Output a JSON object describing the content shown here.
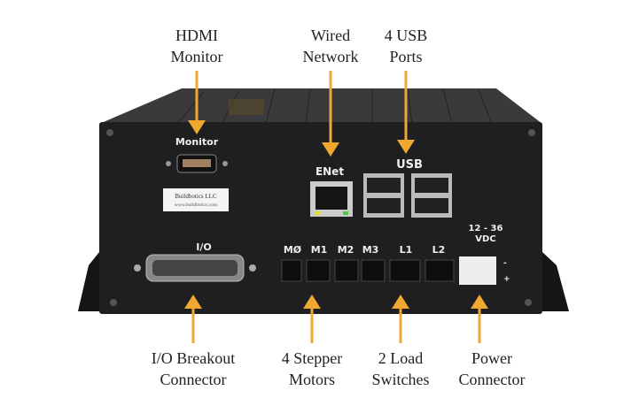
{
  "colors": {
    "arrow": "#f0a830",
    "body": "#2a2a2c",
    "face": "#1f1f21"
  },
  "callouts": {
    "hdmi": [
      "HDMI",
      "Monitor"
    ],
    "network": [
      "Wired",
      "Network"
    ],
    "usb": [
      "4 USB",
      "Ports"
    ],
    "io": [
      "I/O Breakout",
      "Connector"
    ],
    "motors": [
      "4 Stepper",
      "Motors"
    ],
    "switches": [
      "2 Load",
      "Switches"
    ],
    "power": [
      "Power",
      "Connector"
    ]
  },
  "device": {
    "monitor": "Monitor",
    "enet": "ENet",
    "usb": "USB",
    "io": "I/O",
    "ports": [
      "MØ",
      "M1",
      "M2",
      "M3",
      "L1",
      "L2"
    ],
    "voltage": [
      "12 - 36",
      "VDC"
    ],
    "minus": "-",
    "plus": "+",
    "sticker": [
      "Buildbotics LLC",
      "www.buildbotics.com"
    ]
  }
}
